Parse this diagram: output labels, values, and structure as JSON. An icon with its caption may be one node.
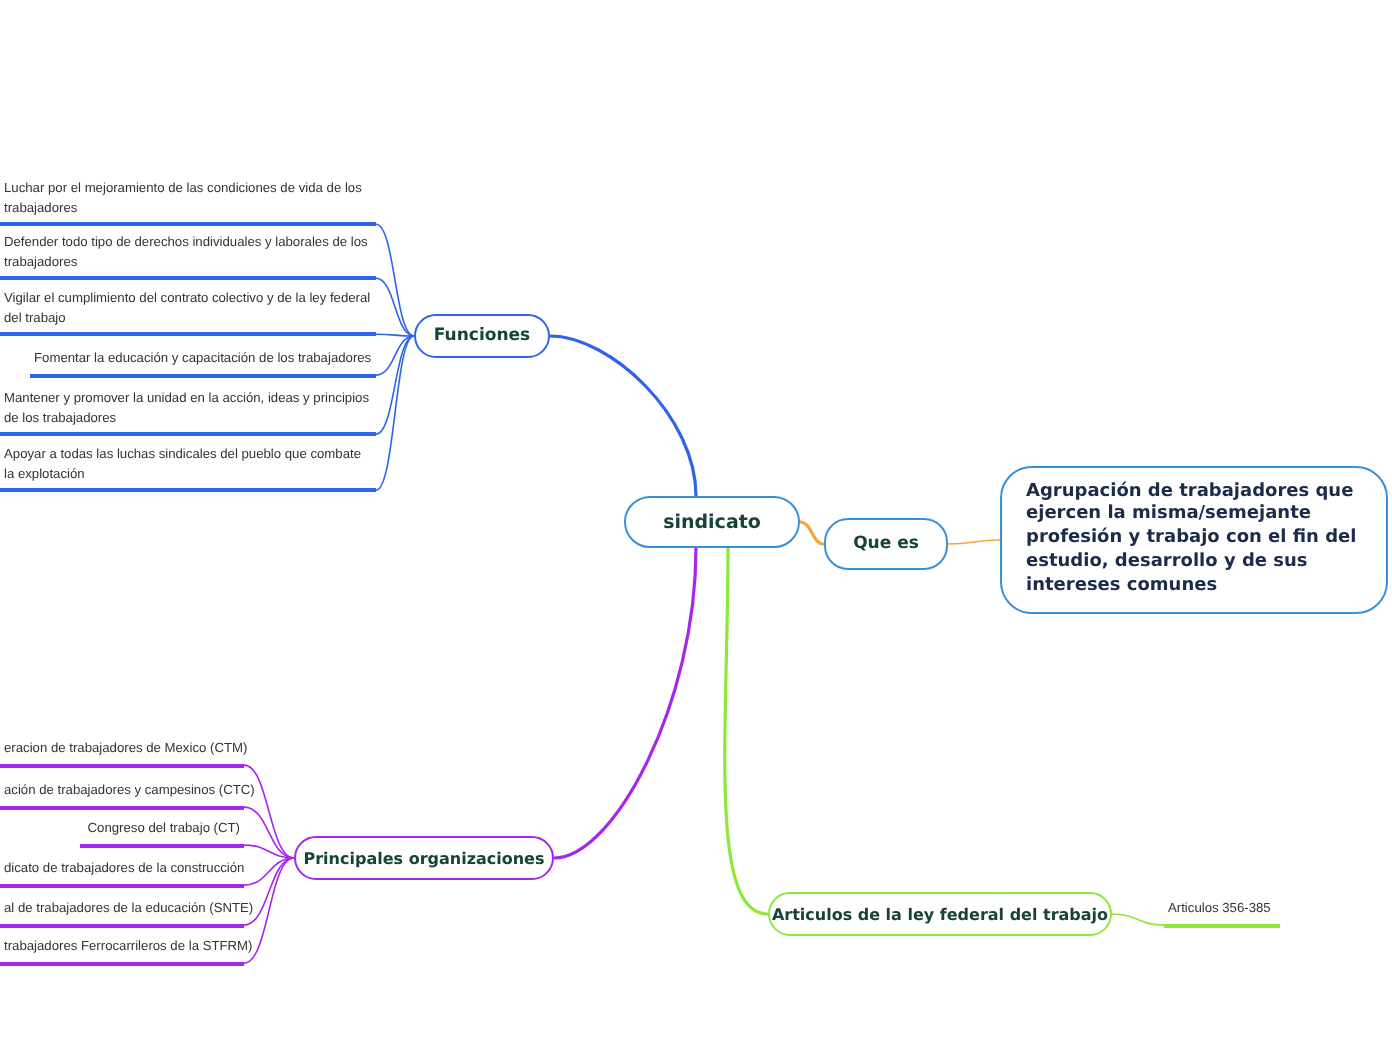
{
  "diagram": {
    "nodes": [
      {
        "text": [
          "sindicato"
        ]
      },
      {
        "text": [
          "Funciones"
        ]
      },
      {
        "text": [
          "Luchar por el mejoramiento de las condiciones de vida de los trabajadores"
        ]
      },
      {
        "text": [
          "Defender todo tipo de derechos individuales y laborales de los trabajadores"
        ]
      },
      {
        "text": [
          "Vigilar el cumplimiento del contrato colectivo y de la ley federal del trabajo"
        ]
      },
      {
        "text": [
          "Fomentar la educación y capacitación de los trabajadores"
        ]
      },
      {
        "text": [
          "Mantener y promover la unidad en la acción, ideas y principios de los trabajadores"
        ]
      },
      {
        "text": [
          "Apoyar a todas las luchas sindicales del pueblo que combate la explotación"
        ]
      },
      {
        "text": [
          "Que es"
        ]
      },
      {
        "text": [
          "Agrupación de trabajadores que ejercen la misma/semejante profesión y trabajo con el fin del estudio, desarrollo y de sus intereses comunes"
        ]
      },
      {
        "text": [
          "Principales organizaciones"
        ]
      },
      {
        "text": [
          "eracion de trabajadores de Mexico (CTM)"
        ]
      },
      {
        "text": [
          "ación de trabajadores y campesinos (CTC)"
        ]
      },
      {
        "text": [
          "Congreso del trabajo (CT)"
        ]
      },
      {
        "text": [
          "dicato de trabajadores de la construcción"
        ]
      },
      {
        "text": [
          "al de trabajadores de la educación (SNTE)"
        ]
      },
      {
        "text": [
          "trabajadores Ferrocarrileros de la STFRM)"
        ]
      },
      {
        "text": [
          "Articulos de la ley federal del trabajo"
        ]
      },
      {
        "text": [
          "Articulos 356-385"
        ]
      }
    ],
    "edges": [
      {
        "from": 0,
        "to": 1,
        "arrow": "none",
        "color": "#2f63ea"
      },
      {
        "from": 1,
        "to": 2,
        "arrow": "none",
        "color": "#2f63ea"
      },
      {
        "from": 1,
        "to": 3,
        "arrow": "none",
        "color": "#2f63ea"
      },
      {
        "from": 1,
        "to": 4,
        "arrow": "none",
        "color": "#2f63ea"
      },
      {
        "from": 1,
        "to": 5,
        "arrow": "none",
        "color": "#2f63ea"
      },
      {
        "from": 1,
        "to": 6,
        "arrow": "none",
        "color": "#2f63ea"
      },
      {
        "from": 1,
        "to": 7,
        "arrow": "none",
        "color": "#2f63ea"
      },
      {
        "from": 0,
        "to": 8,
        "arrow": "none",
        "color": "#f7a43c"
      },
      {
        "from": 8,
        "to": 9,
        "arrow": "none",
        "color": "#f7a43c"
      },
      {
        "from": 0,
        "to": 10,
        "arrow": "none",
        "color": "#a626f0"
      },
      {
        "from": 10,
        "to": 11,
        "arrow": "none",
        "color": "#a626f0"
      },
      {
        "from": 10,
        "to": 12,
        "arrow": "none",
        "color": "#a626f0"
      },
      {
        "from": 10,
        "to": 13,
        "arrow": "none",
        "color": "#a626f0"
      },
      {
        "from": 10,
        "to": 14,
        "arrow": "none",
        "color": "#a626f0"
      },
      {
        "from": 10,
        "to": 15,
        "arrow": "none",
        "color": "#a626f0"
      },
      {
        "from": 10,
        "to": 16,
        "arrow": "none",
        "color": "#a626f0"
      },
      {
        "from": 0,
        "to": 17,
        "arrow": "none",
        "color": "#8de83a"
      },
      {
        "from": 17,
        "to": 18,
        "arrow": "none",
        "color": "#8de83a"
      }
    ]
  }
}
